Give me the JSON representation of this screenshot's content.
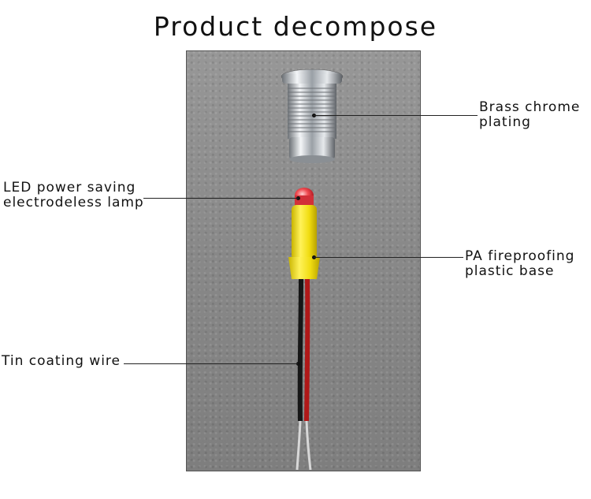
{
  "title": "Product decompose",
  "parts": [
    {
      "id": "brass",
      "lines": [
        "Brass chrome",
        "plating"
      ]
    },
    {
      "id": "led",
      "lines": [
        "LED power saving",
        "electrodeless lamp"
      ]
    },
    {
      "id": "base",
      "lines": [
        "PA fireproofing",
        "plastic base"
      ]
    },
    {
      "id": "wire",
      "lines": [
        "Tin coating wire"
      ]
    }
  ],
  "colors": {
    "background": "#8d8d8d",
    "chrome": "#d9dde2",
    "led_red": "#e8343a",
    "sleeve_yellow": "#f4e21a",
    "wire_red": "#b01818",
    "wire_black": "#161616"
  }
}
